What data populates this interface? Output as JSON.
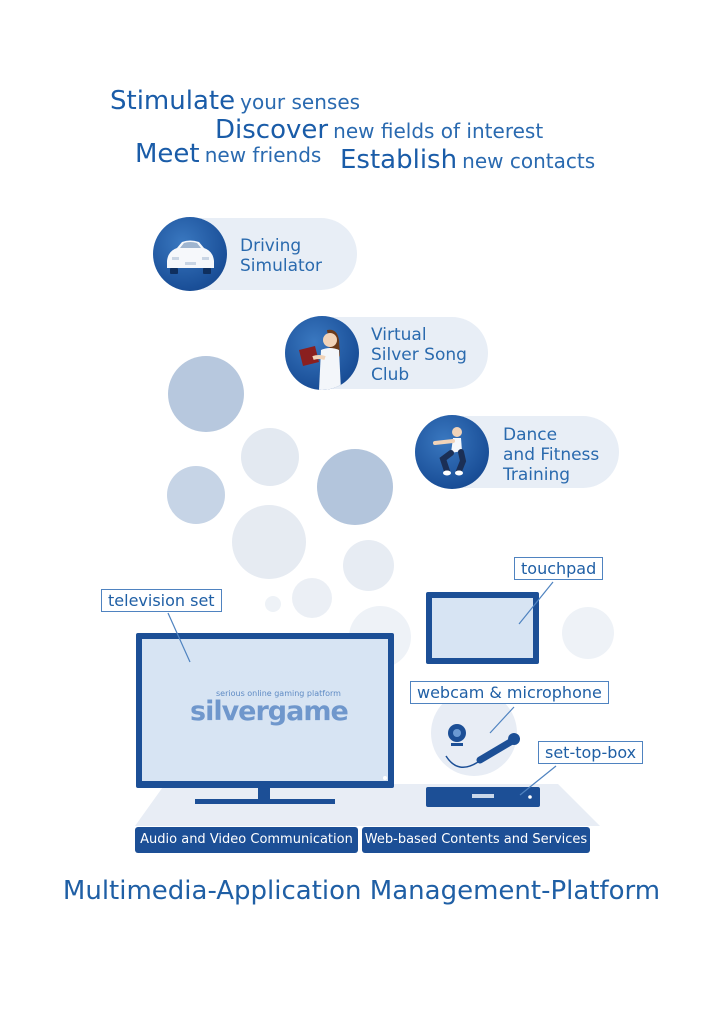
{
  "tagline": {
    "line1": {
      "big": "Stimulate",
      "small": "your senses"
    },
    "line2": {
      "big": "Discover",
      "small": "new fields of interest"
    },
    "line3a": {
      "big": "Meet",
      "small": "new friends"
    },
    "line3b": {
      "big": "Establish",
      "small": "new contacts"
    }
  },
  "applications": [
    {
      "label_lines": [
        "Driving",
        "Simulator"
      ],
      "icon": "car-icon"
    },
    {
      "label_lines": [
        "Virtual",
        "Silver Song",
        "Club"
      ],
      "icon": "singer-icon"
    },
    {
      "label_lines": [
        "Dance",
        "and Fitness",
        "Training"
      ],
      "icon": "fitness-icon"
    }
  ],
  "devices": {
    "television": "television set",
    "touchpad": "touchpad",
    "webcam": "webcam & microphone",
    "settopbox": "set-top-box"
  },
  "screen_logo": {
    "small": "serious online gaming platform",
    "big": "silvergame"
  },
  "bars": {
    "left": "Audio and Video Communication",
    "right": "Web-based Contents and Services"
  },
  "footer_title": "Multimedia-Application Management-Platform",
  "colors": {
    "brand": "#1c4f96",
    "text": "#1f5fa5",
    "pill_bg": "#e8eef6",
    "screen": "#d7e4f3"
  }
}
